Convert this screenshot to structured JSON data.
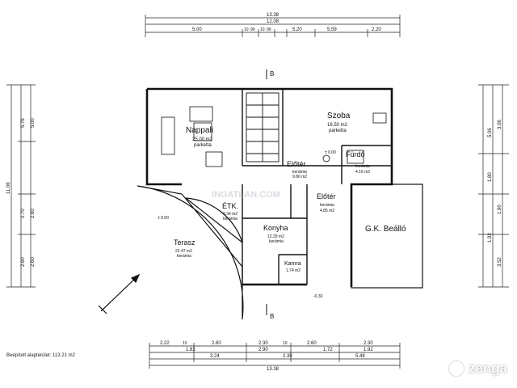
{
  "plan": {
    "built_area_note": "Beépített alapterület: 113.21 m2",
    "watermark": "INGATLAN.COM",
    "brand": "zenga",
    "section_marks": [
      "B",
      "B"
    ],
    "rooms": [
      {
        "name": "Nappali",
        "area": "25.00 m2",
        "floor": "parketta"
      },
      {
        "name": "Szoba",
        "area": "16.50 m2",
        "floor": "parketta"
      },
      {
        "name": "Előtér",
        "area": "9.86 m2",
        "floor": "kerámia"
      },
      {
        "name": "Fürdő",
        "area": "4.16 m2",
        "floor": "kerámia"
      },
      {
        "name": "Előtér",
        "area": "4.85 m2",
        "floor": "kerámia"
      },
      {
        "name": "ÉTK.",
        "area": "9.34 m2",
        "floor": "kerámia"
      },
      {
        "name": "Konyha",
        "area": "12.29 m2",
        "floor": "kerámia"
      },
      {
        "name": "Kamra",
        "area": "1.74 m2",
        "floor": ""
      },
      {
        "name": "Terasz",
        "area": "22.47 m2",
        "floor": "kerámia"
      },
      {
        "name": "G.K. Beálló",
        "area": "",
        "floor": ""
      }
    ],
    "top_dims": {
      "total": "13.38",
      "row2": "12.08",
      "row3": [
        "5.00",
        "10",
        "90",
        "10",
        "90",
        "5.20",
        "5.59",
        "2.20"
      ]
    },
    "bottom_dims": {
      "row1": [
        "2.22",
        "10",
        "2.60",
        "2.30",
        "10",
        "2.60",
        "2.30"
      ],
      "row2": [
        "1.82",
        "2.90",
        "1.72",
        "1.92"
      ],
      "row3": [
        "3.24",
        "2.30",
        "5.48"
      ],
      "total": "13.38"
    },
    "left_dims": [
      "11.06",
      "5.76",
      "5.00",
      "2.70",
      "2.60",
      "2.60",
      "2.60"
    ],
    "right_dims": [
      "3.06",
      "5.06",
      "1.80",
      "1.90",
      "3.52",
      "1.92"
    ],
    "levels": [
      "± 0.00",
      "± 0.00",
      "-0.30"
    ]
  }
}
